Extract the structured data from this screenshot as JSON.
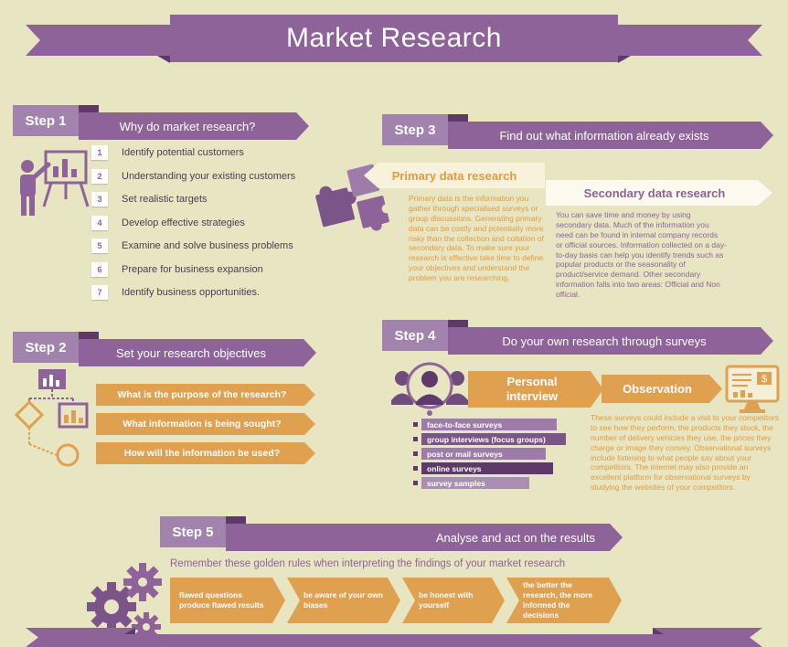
{
  "title": "Market Research",
  "colors": {
    "background": "#e8e5c3",
    "purple": "#8d6399",
    "purple_dark": "#5d3a6b",
    "purple_light": "#a283ae",
    "orange": "#dfa050",
    "orange_text": "#e49a3d"
  },
  "icons": [
    "presenter-icon",
    "flowchart-icon",
    "puzzle-icon",
    "people-search-icon",
    "monitor-icon",
    "gears-icon"
  ],
  "steps": [
    {
      "label": "Step 1",
      "title": "Why do market research?"
    },
    {
      "label": "Step 2",
      "title": "Set your research objectives"
    },
    {
      "label": "Step 3",
      "title": "Find out what information already exists"
    },
    {
      "label": "Step 4",
      "title": "Do your own research through surveys"
    },
    {
      "label": "Step 5",
      "title": "Analyse and act on the results"
    }
  ],
  "step1": {
    "items": [
      {
        "num": "1",
        "text": "Identify potential customers"
      },
      {
        "num": "2",
        "text": "Understanding your existing customers"
      },
      {
        "num": "3",
        "text": "Set realistic targets"
      },
      {
        "num": "4",
        "text": "Develop effective strategies"
      },
      {
        "num": "5",
        "text": "Examine and solve business problems"
      },
      {
        "num": "6",
        "text": "Prepare for business expansion"
      },
      {
        "num": "7",
        "text": "Identify business opportunities."
      }
    ]
  },
  "step2": {
    "questions": [
      "What is the purpose of the research?",
      "What information is being sought?",
      "How will the information be used?"
    ]
  },
  "step3": {
    "primary_title": "Primary data research",
    "primary_text": "Primary data is the information you gather through specialised surveys or group discussions. Generating primary data can be costly and potentially more risky than the collection and collation of secondary data. To make sure your research is effective take time to define your objectives and understand the problem you are researching.",
    "secondary_title": "Secondary data research",
    "secondary_text": "You can save time and money by using secondary data. Much of the information you need can be found in internal company records or official sources. Information collected on a day-to-day basis can help you identify trends such as popular products or the seasonality of product/service demand. Other secondary information falls into two areas: Official and Non official."
  },
  "step4": {
    "personal_interview": "Personal interview",
    "observation": "Observation",
    "survey_types": [
      "face-to-face surveys",
      "group interviews (focus groups)",
      "post or mail surveys",
      "online surveys",
      "survey samples"
    ],
    "observation_text": "These surveys could include a visit to your competitors to see how they perform, the products they stock, the number of delivery vehicles they use, the prices they charge or image they convey. Observational surveys include listening to what people say about your competitors. The internet may also provide an excellent platform for observational surveys by studying the websites of your competitors."
  },
  "step5": {
    "subtitle": "Remember these golden rules when interpreting the findings of your market research",
    "rules": [
      "flawed questions produce flawed results",
      "be aware of your own biases",
      "be honest with yourself",
      "the better the research, the more informed the decisions"
    ]
  }
}
